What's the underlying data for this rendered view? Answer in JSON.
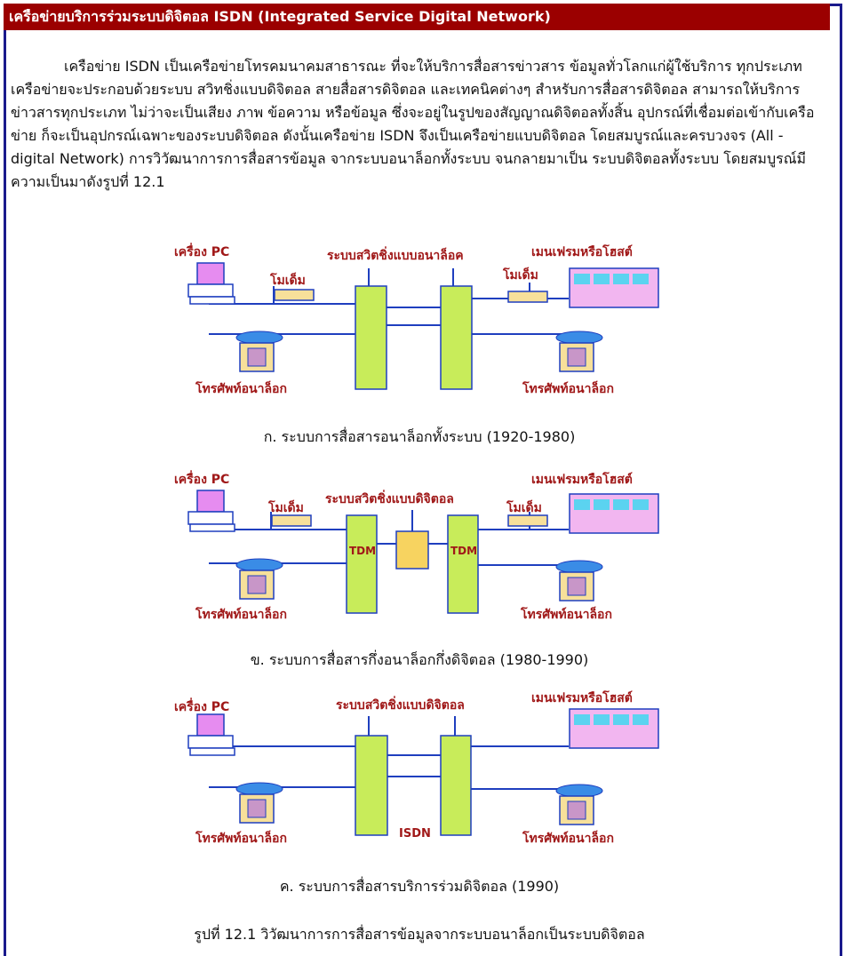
{
  "header": {
    "title": "เครือข่ายบริการร่วมระบบดิจิตอล ISDN (Integrated Service Digital Network)"
  },
  "intro": {
    "text": "เครือข่าย ISDN เป็นเครือข่ายโทรคมนาคมสาธารณะ ที่จะให้บริการสื่อสารข่าวสาร ข้อมูลทั่วโลกแก่ผู้ใช้บริการ ทุกประเภท เครือข่ายจะประกอบด้วยระบบ สวิทชิ่งแบบดิจิตอล สายสื่อสารดิจิตอล และเทคนิคต่างๆ สำหรับการสื่อสารดิจิตอล สามารถให้บริการข่าวสารทุกประเภท ไม่ว่าจะเป็นเสียง ภาพ ข้อความ หรือข้อมูล ซึ่งจะอยู่ในรูปของสัญญาณดิจิตอลทั้งสิ้น อุปกรณ์ที่เชื่อมต่อเข้ากับเครือข่าย ก็จะเป็นอุปกรณ์เฉพาะของระบบดิจิตอล ดังนั้นเครือข่าย ISDN จึงเป็นเครือข่ายแบบดิจิตอล โดยสมบูรณ์และครบวงจร (All - digital Network) การวิวัฒนาการการสื่อสารข้อมูล จากระบบอนาล็อกทั้งระบบ จนกลายมาเป็น ระบบดิจิตอลทั้งระบบ โดยสมบูรณ์มีความเป็นมาดังรูปที่ 12.1"
  },
  "diagrams": [
    {
      "pc_label": "เครื่อง PC",
      "modem_left_label": "โมเด็ม",
      "switch_label": "ระบบสวิตชิ่งแบบอนาล็อค",
      "modem_right_label": "โมเด็ม",
      "mainframe_label": "เมนเฟรมหรือโฮสต์",
      "phone_left_label": "โทรศัพท์อนาล็อก",
      "phone_right_label": "โทรศัพท์อนาล็อก",
      "caption": "ก. ระบบการสื่อสารอนาล็อกทั้งระบบ (1920-1980)"
    },
    {
      "pc_label": "เครื่อง PC",
      "modem_left_label": "โมเด็ม",
      "switch_label": "ระบบสวิตชิ่งแบบดิจิตอล",
      "modem_right_label": "โมเด็ม",
      "mainframe_label": "เมนเฟรมหรือโฮสต์",
      "phone_left_label": "โทรศัพท์อนาล็อก",
      "phone_right_label": "โทรศัพท์อนาล็อก",
      "tdm_left_label": "TDM",
      "tdm_right_label": "TDM",
      "caption": "ข. ระบบการสื่อสารกึ่งอนาล็อกกึ่งดิจิตอล (1980-1990)"
    },
    {
      "pc_label": "เครื่อง PC",
      "switch_label": "ระบบสวิตชิ่งแบบดิจิตอล",
      "mainframe_label": "เมนเฟรมหรือโฮสต์",
      "phone_left_label": "โทรศัพท์อนาล็อก",
      "phone_right_label": "โทรศัพท์อนาล็อก",
      "isdn_label": "ISDN",
      "caption": "ค. ระบบการสื่อสารบริการร่วมดิจิตอล (1990)"
    }
  ],
  "figure_caption": "รูปที่ 12.1 วิวัฒนาการการสื่อสารข้อมูลจากระบบอนาล็อกเป็นระบบดิจิตอล",
  "colors": {
    "header_bg": "#9b0000",
    "border": "#1a1a8c",
    "label": "#a01818",
    "line": "#1f3fbf",
    "switch_fill": "#c8ec5a",
    "mainframe_fill": "#f2b6f0",
    "mainframe_unit": "#5bd3f0",
    "modem_fill": "#f7e09a",
    "center_fill": "#f7d360"
  }
}
